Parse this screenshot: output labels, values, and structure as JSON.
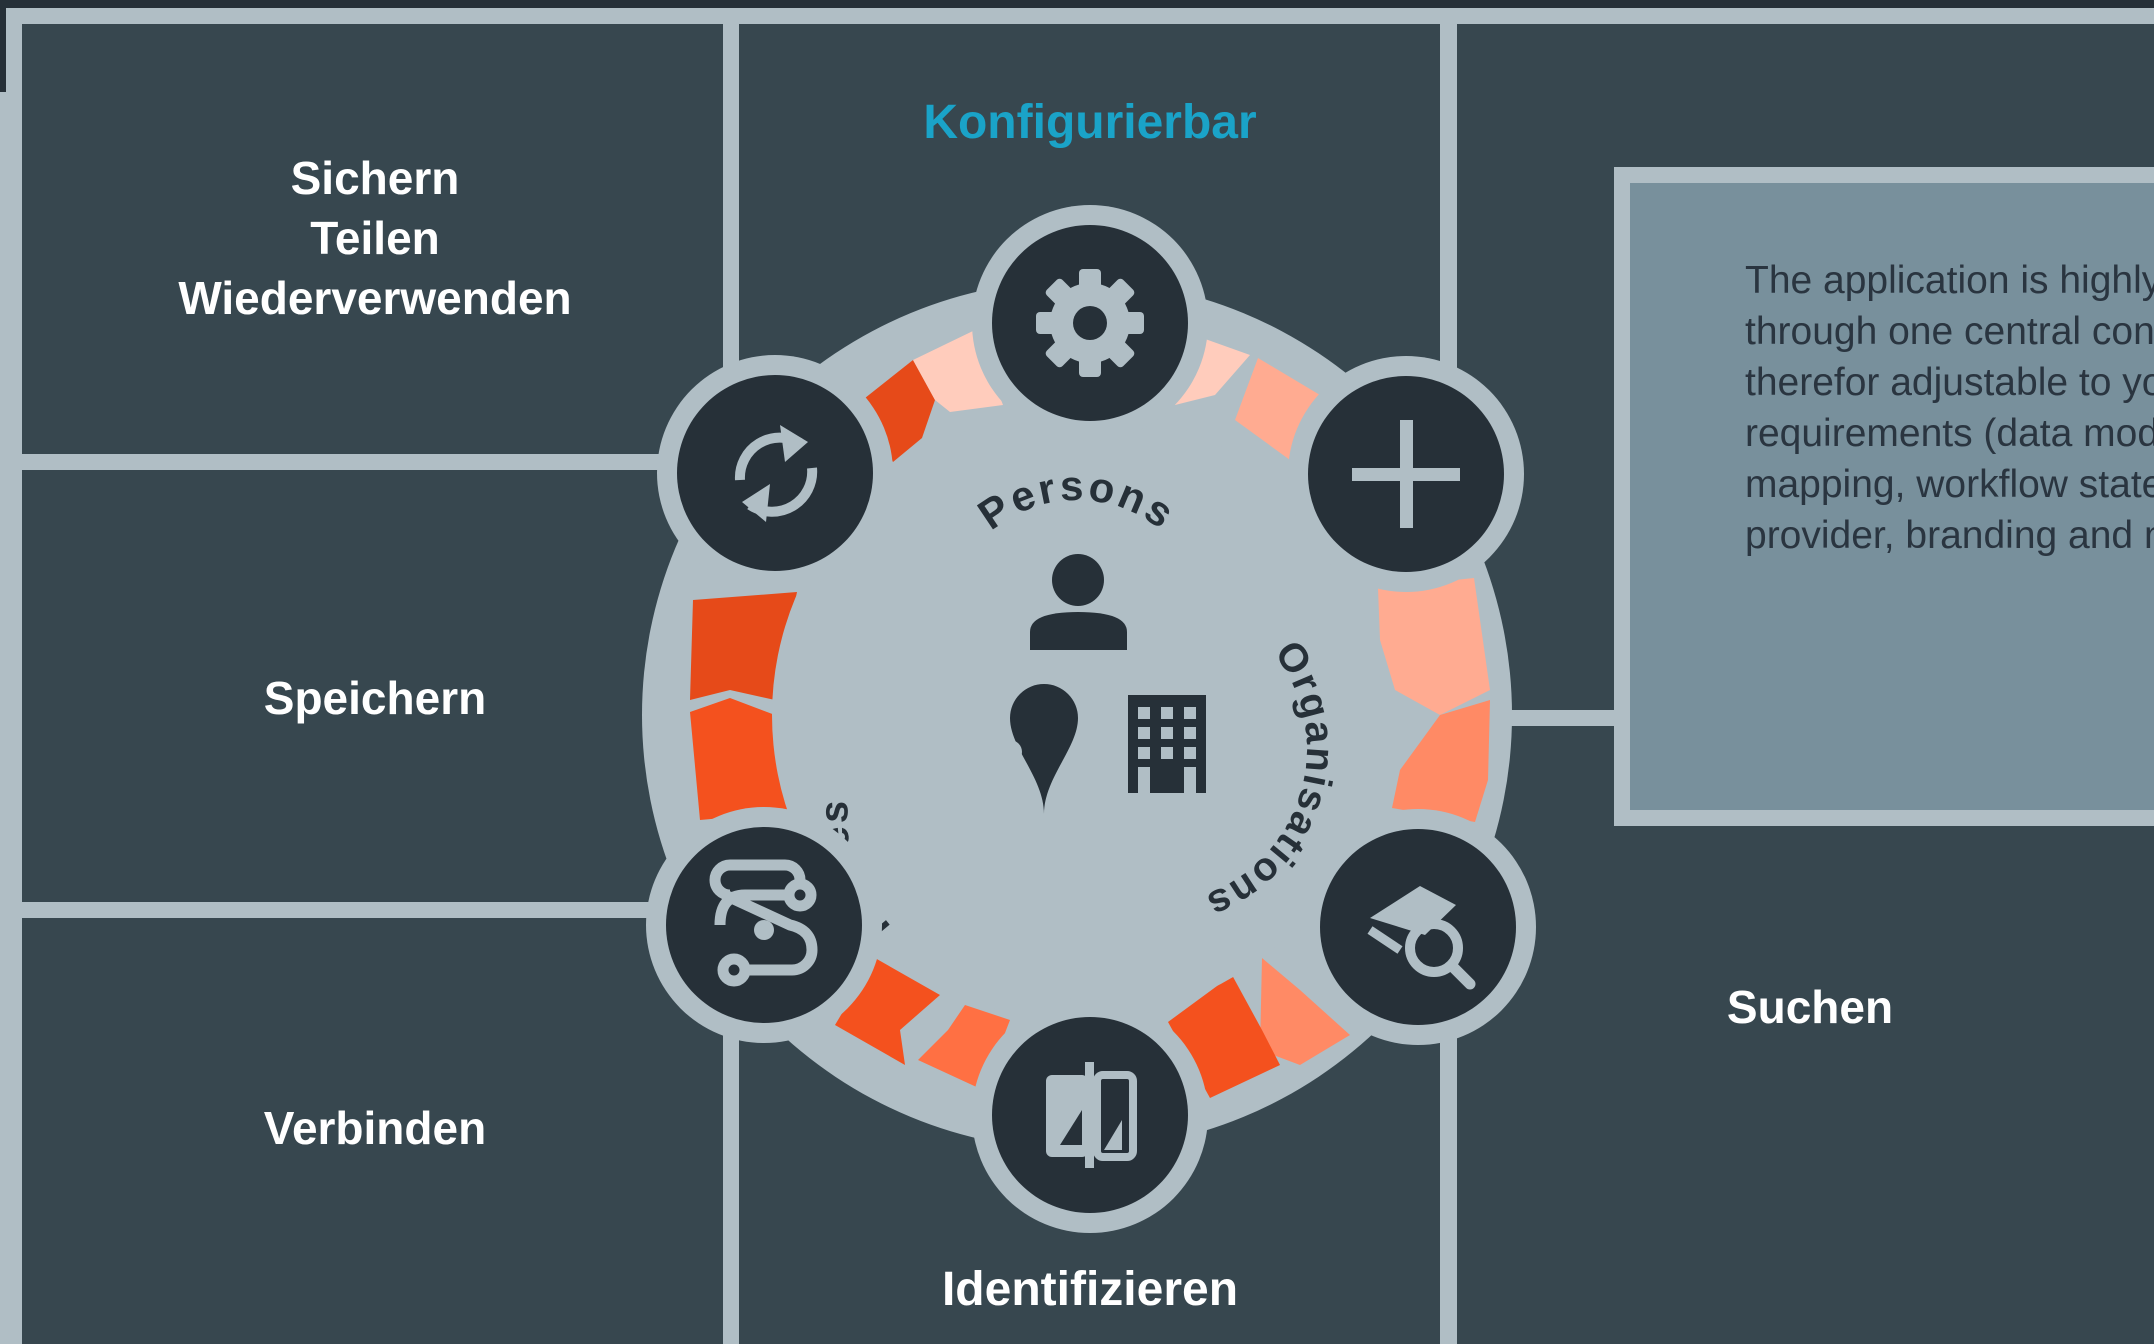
{
  "header": {
    "title": "Konfigurierbar"
  },
  "left_panel": {
    "top_lines": [
      "Sichern",
      "Teilen",
      "Wiederverwenden"
    ],
    "middle": "Speichern",
    "bottom": "Verbinden"
  },
  "center": {
    "bottom_label": "Identifizieren",
    "ring_labels": {
      "persons": "Persons",
      "places": "Places",
      "organisations": "Organisations"
    },
    "icons": [
      "gear-icon",
      "plus-icon",
      "search-icon",
      "swap-icon",
      "route-icon",
      "refresh-icon",
      "person-icon",
      "location-pin-icon",
      "building-icon"
    ]
  },
  "right_panel": {
    "description_lines": [
      "The application is highly configurable",
      "through one central configuration and",
      "therefor adjustable to your individual",
      "requirements (data model, import",
      "mapping, workflow states, identity",
      "provider, branding and more)."
    ],
    "label": "Suchen"
  },
  "colors": {
    "background": "#37474f",
    "grid_lines": "#b0bec5",
    "accent_title": "#1aa3c8",
    "node_fill": "#263038",
    "hub_fill": "#b0bec5",
    "info_box": "#78909c",
    "ring_dark_orange": "#e64a19",
    "ring_orange": "#f4511e",
    "ring_light_orange": "#ff8a65",
    "ring_peach": "#ffccbc"
  }
}
